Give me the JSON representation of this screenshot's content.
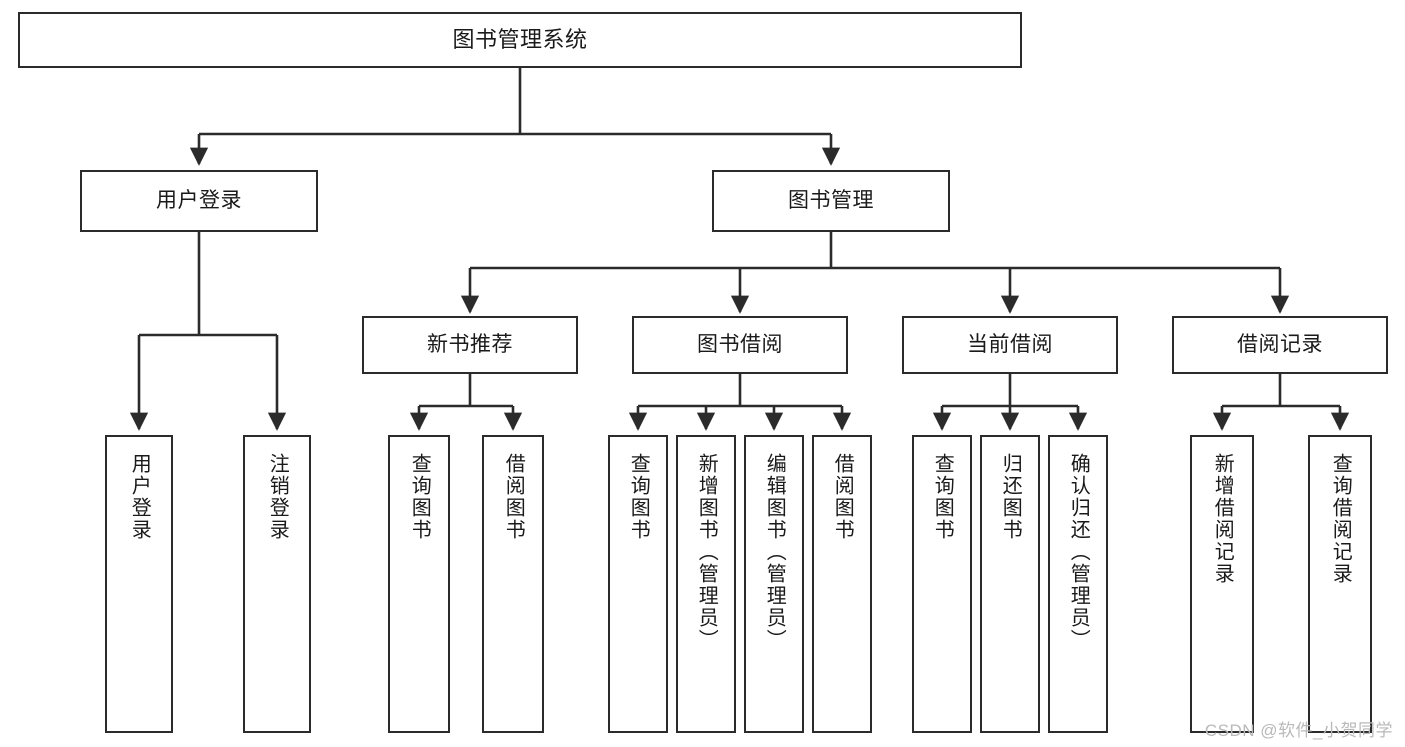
{
  "diagram": {
    "title": "图书管理系统",
    "watermark": "CSDN @软件_小贺同学",
    "stroke_color": "#2b2b2b",
    "background_color": "#ffffff",
    "text_color": "#1a1a1a",
    "watermark_color": "#b9b9b9",
    "levels": {
      "root": "图书管理系统",
      "level2": [
        "用户登录",
        "图书管理"
      ],
      "level3": [
        "新书推荐",
        "图书借阅",
        "当前借阅",
        "借阅记录"
      ]
    },
    "nodes": {
      "root": {
        "label": "图书管理系统"
      },
      "user_login": {
        "label": "用户登录"
      },
      "book_manage": {
        "label": "图书管理"
      },
      "new_book_rec": {
        "label": "新书推荐"
      },
      "book_borrow": {
        "label": "图书借阅"
      },
      "current_borrow": {
        "label": "当前借阅"
      },
      "borrow_record": {
        "label": "借阅记录"
      },
      "leaf_user_login": {
        "label": "用户登录"
      },
      "leaf_logout": {
        "label": "注销登录"
      },
      "leaf_query_book_1": {
        "label": "查询图书"
      },
      "leaf_borrow_book_1": {
        "label": "借阅图书"
      },
      "leaf_query_book_2": {
        "label": "查询图书"
      },
      "leaf_add_book": {
        "label": "新增图书（管理员）"
      },
      "leaf_edit_book": {
        "label": "编辑图书（管理员）"
      },
      "leaf_borrow_book_2": {
        "label": "借阅图书"
      },
      "leaf_query_book_3": {
        "label": "查询图书"
      },
      "leaf_return_book": {
        "label": "归还图书"
      },
      "leaf_confirm_return": {
        "label": "确认归还（管理员）"
      },
      "leaf_add_record": {
        "label": "新增借阅记录"
      },
      "leaf_query_record": {
        "label": "查询借阅记录"
      }
    },
    "edges": [
      {
        "from": "root",
        "to": "user_login"
      },
      {
        "from": "root",
        "to": "book_manage"
      },
      {
        "from": "user_login",
        "to": "leaf_user_login"
      },
      {
        "from": "user_login",
        "to": "leaf_logout"
      },
      {
        "from": "book_manage",
        "to": "new_book_rec"
      },
      {
        "from": "book_manage",
        "to": "book_borrow"
      },
      {
        "from": "book_manage",
        "to": "current_borrow"
      },
      {
        "from": "book_manage",
        "to": "borrow_record"
      },
      {
        "from": "new_book_rec",
        "to": "leaf_query_book_1"
      },
      {
        "from": "new_book_rec",
        "to": "leaf_borrow_book_1"
      },
      {
        "from": "book_borrow",
        "to": "leaf_query_book_2"
      },
      {
        "from": "book_borrow",
        "to": "leaf_add_book"
      },
      {
        "from": "book_borrow",
        "to": "leaf_edit_book"
      },
      {
        "from": "book_borrow",
        "to": "leaf_borrow_book_2"
      },
      {
        "from": "current_borrow",
        "to": "leaf_query_book_3"
      },
      {
        "from": "current_borrow",
        "to": "leaf_return_book"
      },
      {
        "from": "current_borrow",
        "to": "leaf_confirm_return"
      },
      {
        "from": "borrow_record",
        "to": "leaf_add_record"
      },
      {
        "from": "borrow_record",
        "to": "leaf_query_record"
      }
    ]
  }
}
